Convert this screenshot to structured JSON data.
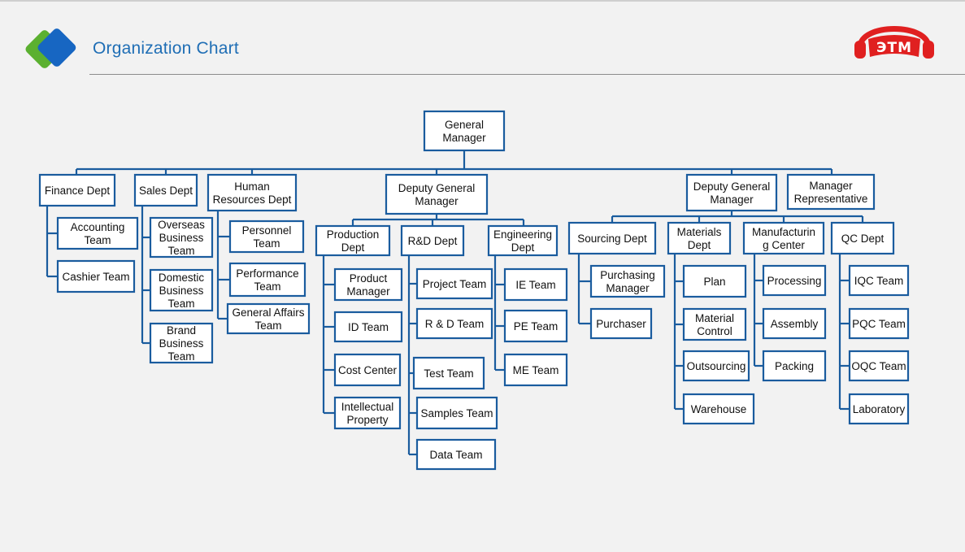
{
  "header": {
    "title": "Organization Chart",
    "logo_text": "ЭТМ",
    "brand_color": "#1f6eb5",
    "accent_green": "#5bb030",
    "logo_red": "#e02020"
  },
  "chart_data": {
    "type": "org-chart",
    "nodes": [
      {
        "id": "gm",
        "label": "General Manager",
        "parent": null
      },
      {
        "id": "finance",
        "label": "Finance Dept",
        "parent": "gm"
      },
      {
        "id": "accounting",
        "label": "Accounting Team",
        "parent": "finance"
      },
      {
        "id": "cashier",
        "label": "Cashier Team",
        "parent": "finance"
      },
      {
        "id": "sales",
        "label": "Sales Dept",
        "parent": "gm"
      },
      {
        "id": "overseas",
        "label": "Overseas Business Team",
        "parent": "sales"
      },
      {
        "id": "domestic",
        "label": "Domestic Business Team",
        "parent": "sales"
      },
      {
        "id": "brand",
        "label": "Brand Business Team",
        "parent": "sales"
      },
      {
        "id": "hr",
        "label": "Human Resources Dept",
        "parent": "gm"
      },
      {
        "id": "personnel",
        "label": "Personnel Team",
        "parent": "hr"
      },
      {
        "id": "performance",
        "label": "Performance Team",
        "parent": "hr"
      },
      {
        "id": "genaffairs",
        "label": "General Affairs Team",
        "parent": "hr"
      },
      {
        "id": "dgm1",
        "label": "Deputy General Manager",
        "parent": "gm"
      },
      {
        "id": "production",
        "label": "Production Dept",
        "parent": "dgm1"
      },
      {
        "id": "prodmgr",
        "label": "Product Manager",
        "parent": "production"
      },
      {
        "id": "idteam",
        "label": "ID Team",
        "parent": "production"
      },
      {
        "id": "costcenter",
        "label": "Cost Center",
        "parent": "production"
      },
      {
        "id": "ip",
        "label": "Intellectual Property",
        "parent": "production"
      },
      {
        "id": "rnd",
        "label": "R&D Dept",
        "parent": "dgm1"
      },
      {
        "id": "project",
        "label": "Project Team",
        "parent": "rnd"
      },
      {
        "id": "rdteam",
        "label": "R & D Team",
        "parent": "rnd"
      },
      {
        "id": "test",
        "label": "Test Team",
        "parent": "rnd"
      },
      {
        "id": "samples",
        "label": "Samples Team",
        "parent": "rnd"
      },
      {
        "id": "data",
        "label": "Data Team",
        "parent": "rnd"
      },
      {
        "id": "engineering",
        "label": "Engineering Dept",
        "parent": "dgm1"
      },
      {
        "id": "ie",
        "label": "IE Team",
        "parent": "engineering"
      },
      {
        "id": "pe",
        "label": "PE Team",
        "parent": "engineering"
      },
      {
        "id": "me",
        "label": "ME Team",
        "parent": "engineering"
      },
      {
        "id": "dgm2",
        "label": "Deputy General Manager",
        "parent": "gm"
      },
      {
        "id": "sourcing",
        "label": "Sourcing Dept",
        "parent": "dgm2"
      },
      {
        "id": "purchmgr",
        "label": "Purchasing Manager",
        "parent": "sourcing"
      },
      {
        "id": "purchaser",
        "label": "Purchaser",
        "parent": "sourcing"
      },
      {
        "id": "materials",
        "label": "Materials Dept",
        "parent": "dgm2"
      },
      {
        "id": "plan",
        "label": "Plan",
        "parent": "materials"
      },
      {
        "id": "matctrl",
        "label": "Material Control",
        "parent": "materials"
      },
      {
        "id": "outsourcing",
        "label": "Outsourcing",
        "parent": "materials"
      },
      {
        "id": "warehouse",
        "label": "Warehouse",
        "parent": "materials"
      },
      {
        "id": "mfg",
        "label": "Manufacturing Center",
        "parent": "dgm2"
      },
      {
        "id": "processing",
        "label": "Processing",
        "parent": "mfg"
      },
      {
        "id": "assembly",
        "label": "Assembly",
        "parent": "mfg"
      },
      {
        "id": "packing",
        "label": "Packing",
        "parent": "mfg"
      },
      {
        "id": "qc",
        "label": "QC Dept",
        "parent": "dgm2"
      },
      {
        "id": "iqc",
        "label": "IQC Team",
        "parent": "qc"
      },
      {
        "id": "pqc",
        "label": "PQC Team",
        "parent": "qc"
      },
      {
        "id": "oqc",
        "label": "OQC Team",
        "parent": "qc"
      },
      {
        "id": "lab",
        "label": "Laboratory",
        "parent": "qc"
      },
      {
        "id": "mgrrep",
        "label": "Manager Representative",
        "parent": "gm"
      }
    ]
  }
}
